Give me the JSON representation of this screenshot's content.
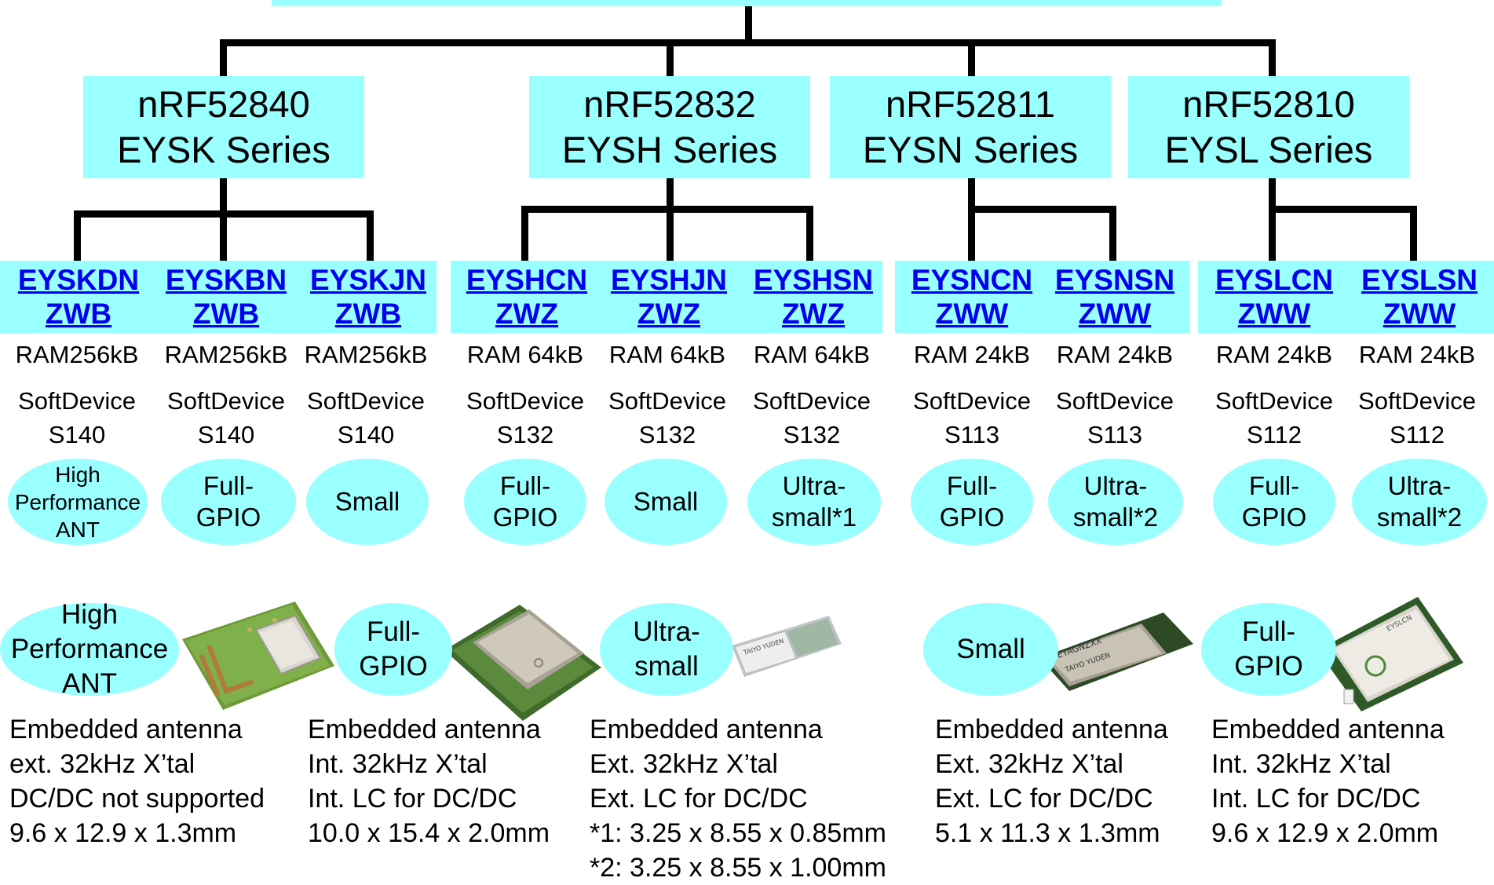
{
  "series": [
    {
      "chip": "nRF52840",
      "name": "EYSK Series"
    },
    {
      "chip": "nRF52832",
      "name": "EYSH Series"
    },
    {
      "chip": "nRF52811",
      "name": "EYSN Series"
    },
    {
      "chip": "nRF52810",
      "name": "EYSL Series"
    }
  ],
  "modules": [
    {
      "line1": "EYSKDN",
      "line2": "ZWB",
      "ram": "RAM256kB",
      "sd_label": "SoftDevice",
      "sd": "S140",
      "feature": [
        "High",
        "Performance",
        "ANT"
      ]
    },
    {
      "line1": "EYSKBN",
      "line2": "ZWB",
      "ram": "RAM256kB",
      "sd_label": "SoftDevice",
      "sd": "S140",
      "feature": [
        "Full-",
        "GPIO"
      ]
    },
    {
      "line1": "EYSKJN",
      "line2": "ZWB",
      "ram": "RAM256kB",
      "sd_label": "SoftDevice",
      "sd": "S140",
      "feature": [
        "Small"
      ]
    },
    {
      "line1": "EYSHCN",
      "line2": "ZWZ",
      "ram": "RAM 64kB",
      "sd_label": "SoftDevice",
      "sd": "S132",
      "feature": [
        "Full-",
        "GPIO"
      ]
    },
    {
      "line1": "EYSHJN",
      "line2": "ZWZ",
      "ram": "RAM 64kB",
      "sd_label": "SoftDevice",
      "sd": "S132",
      "feature": [
        "Small"
      ]
    },
    {
      "line1": "EYSHSN",
      "line2": "ZWZ",
      "ram": "RAM 64kB",
      "sd_label": "SoftDevice",
      "sd": "S132",
      "feature": [
        "Ultra-",
        "small*1"
      ]
    },
    {
      "line1": "EYSNCN",
      "line2": "ZWW",
      "ram": "RAM 24kB",
      "sd_label": "SoftDevice",
      "sd": "S113",
      "feature": [
        "Full-",
        "GPIO"
      ]
    },
    {
      "line1": "EYSNSN",
      "line2": "ZWW",
      "ram": "RAM 24kB",
      "sd_label": "SoftDevice",
      "sd": "S113",
      "feature": [
        "Ultra-",
        "small*2"
      ]
    },
    {
      "line1": "EYSLCN",
      "line2": "ZWW",
      "ram": "RAM 24kB",
      "sd_label": "SoftDevice",
      "sd": "S112",
      "feature": [
        "Full-",
        "GPIO"
      ]
    },
    {
      "line1": "EYSLSN",
      "line2": "ZWW",
      "ram": "RAM 24kB",
      "sd_label": "SoftDevice",
      "sd": "S112",
      "feature": [
        "Ultra-",
        "small*2"
      ]
    }
  ],
  "photos": [
    {
      "label": [
        "High",
        "Performance",
        "ANT"
      ],
      "desc": [
        "Embedded antenna",
        "ext. 32kHz X’tal",
        "DC/DC not supported",
        "9.6 x 12.9 x 1.3mm"
      ]
    },
    {
      "label": [
        "Full-",
        "GPIO"
      ],
      "desc": [
        "Embedded antenna",
        "Int. 32kHz X’tal",
        "Int. LC for DC/DC",
        "10.0 x 15.4 x 2.0mm"
      ]
    },
    {
      "label": [
        "Ultra-",
        "small"
      ],
      "desc": [
        "Embedded antenna",
        "Ext. 32kHz X’tal",
        "Ext. LC for DC/DC",
        "*1: 3.25 x 8.55 x 0.85mm",
        "*2: 3.25 x 8.55 x 1.00mm"
      ]
    },
    {
      "label": [
        "Small"
      ],
      "desc": [
        "Embedded antenna",
        "Ext. 32kHz X’tal",
        "Ext. LC for DC/DC",
        "5.1 x 11.3 x 1.3mm"
      ]
    },
    {
      "label": [
        "Full-",
        "GPIO"
      ],
      "desc": [
        "Embedded antenna",
        "Int. 32kHz X’tal",
        "Int. LC for DC/DC",
        "9.6 x 12.9 x 2.0mm"
      ]
    }
  ],
  "photo_marks": {
    "antenna_label": "",
    "chip_marking_1": "TAIYO YUDEN",
    "chip_marking_2": "EYAGNZXX",
    "chip_marking_3": "TAIYO YUDEN",
    "chip_marking_4": "EYSLCN"
  }
}
